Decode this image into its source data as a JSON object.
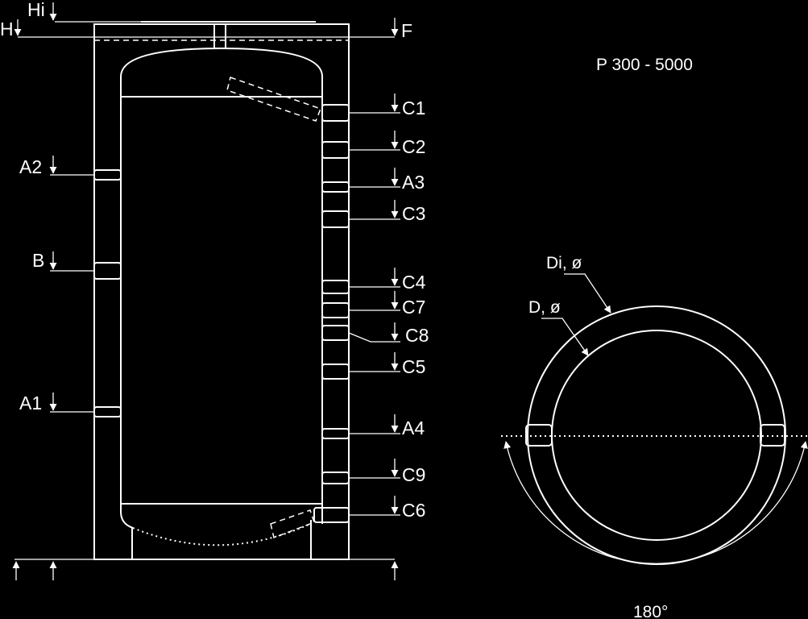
{
  "model": "P 300 - 5000",
  "top_labels": {
    "hi": "Hi",
    "h": "H",
    "f": "F"
  },
  "left_ports": {
    "a2": "A2",
    "b": "B",
    "a1": "A1"
  },
  "right_ports": {
    "c1": "C1",
    "c2": "C2",
    "a3": "A3",
    "c3": "C3",
    "c4": "C4",
    "c7": "C7",
    "c8": "C8",
    "c5": "C5",
    "a4": "A4",
    "c9": "C9",
    "c6": "C6"
  },
  "section": {
    "di": "Di, ø",
    "d": "D, ø",
    "angle": "180°"
  }
}
